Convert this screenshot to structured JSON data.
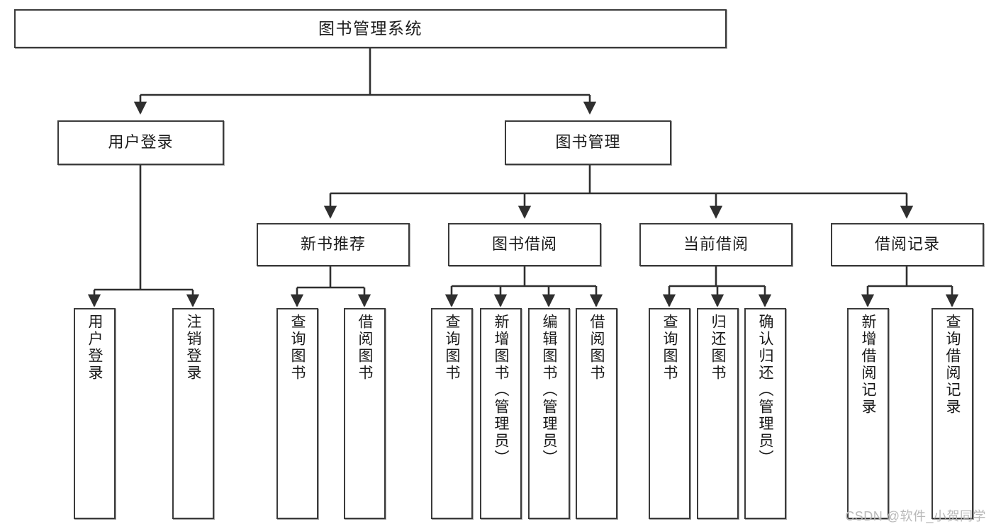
{
  "diagram": {
    "title": "图书管理系统",
    "type": "tree",
    "watermark": "CSDN @软件_小贺同学",
    "stroke_color": "#3b3b3b",
    "fill_color": "#ffffff",
    "text_color": "#1a1a1a",
    "levels": {
      "root": {
        "label": "图书管理系统"
      },
      "level2": [
        {
          "label": "用户登录"
        },
        {
          "label": "图书管理"
        }
      ],
      "level3": [
        {
          "label": "新书推荐"
        },
        {
          "label": "图书借阅"
        },
        {
          "label": "当前借阅"
        },
        {
          "label": "借阅记录"
        }
      ],
      "leaves": {
        "user_login": [
          {
            "label": "用户登录"
          },
          {
            "label": "注销登录"
          }
        ],
        "new_book_recommend": [
          {
            "label": "查询图书"
          },
          {
            "label": "借阅图书"
          }
        ],
        "book_borrow": [
          {
            "label": "查询图书"
          },
          {
            "label": "新增图书（管理员）"
          },
          {
            "label": "编辑图书（管理员）"
          },
          {
            "label": "借阅图书"
          }
        ],
        "current_borrow": [
          {
            "label": "查询图书"
          },
          {
            "label": "归还图书"
          },
          {
            "label": "确认归还（管理员）"
          }
        ],
        "borrow_record": [
          {
            "label": "新增借阅记录"
          },
          {
            "label": "查询借阅记录"
          }
        ]
      }
    }
  }
}
